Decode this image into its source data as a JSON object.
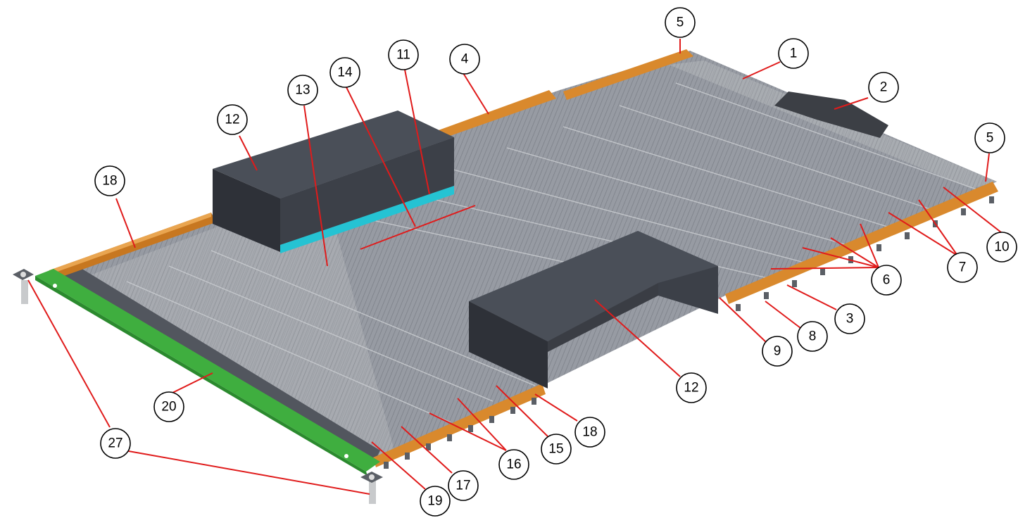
{
  "colors": {
    "cable": "#8f939b",
    "cable_light": "#a7abb2",
    "cable_dark": "#6f737b",
    "rail": "#d9892d",
    "rail_dark": "#a9641b",
    "pcb": "#3fae3f",
    "pcb_dark": "#2b8a2e",
    "cover": "#3c4048",
    "cover_top": "#4a4f58",
    "cover_side": "#2e3138",
    "teal": "#25c3d3",
    "leader": "#e01b1b"
  },
  "callouts": [
    {
      "id": "c5a",
      "label": "5"
    },
    {
      "id": "c1",
      "label": "1"
    },
    {
      "id": "c11",
      "label": "11"
    },
    {
      "id": "c4",
      "label": "4"
    },
    {
      "id": "c14",
      "label": "14"
    },
    {
      "id": "c13",
      "label": "13"
    },
    {
      "id": "c2",
      "label": "2"
    },
    {
      "id": "c12a",
      "label": "12"
    },
    {
      "id": "c5b",
      "label": "5"
    },
    {
      "id": "c18a",
      "label": "18"
    },
    {
      "id": "c10",
      "label": "10"
    },
    {
      "id": "c7",
      "label": "7"
    },
    {
      "id": "c6",
      "label": "6"
    },
    {
      "id": "c3",
      "label": "3"
    },
    {
      "id": "c8",
      "label": "8"
    },
    {
      "id": "c9",
      "label": "9"
    },
    {
      "id": "c12b",
      "label": "12"
    },
    {
      "id": "c20",
      "label": "20"
    },
    {
      "id": "c18b",
      "label": "18"
    },
    {
      "id": "c15",
      "label": "15"
    },
    {
      "id": "c16",
      "label": "16"
    },
    {
      "id": "c27",
      "label": "27"
    },
    {
      "id": "c17",
      "label": "17"
    },
    {
      "id": "c19",
      "label": "19"
    }
  ]
}
